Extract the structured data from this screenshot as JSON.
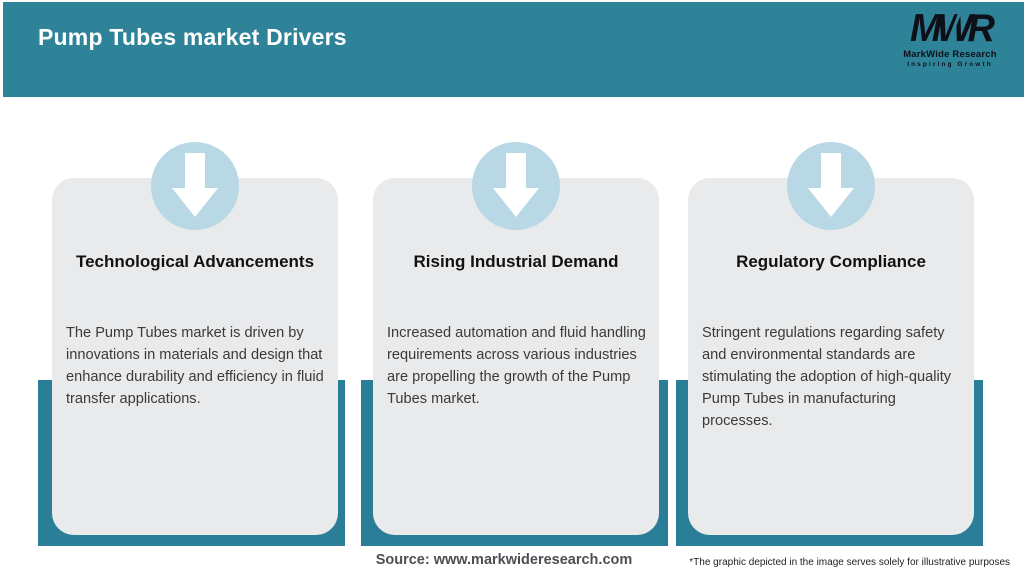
{
  "header": {
    "title": "Pump Tubes market Drivers"
  },
  "logo": {
    "monogram": "MWR",
    "name": "MarkWide Research",
    "tagline": "Inspiring Growth"
  },
  "cards": [
    {
      "title": "Technological Advancements",
      "body": "The Pump Tubes market is driven by\ninnovations in materials and design that\nenhance durability and efficiency in fluid\ntransfer applications.",
      "icon": "arrow-down-icon"
    },
    {
      "title": "Rising Industrial Demand",
      "body": "Increased automation and fluid handling\nrequirements across various industries\nare propelling the growth of the Pump\nTubes market.",
      "icon": "arrow-down-icon"
    },
    {
      "title": "Regulatory Compliance",
      "body": "Stringent regulations regarding safety\nand environmental standards are\nstimulating the adoption of high-quality\nPump Tubes in manufacturing\nprocesses.",
      "icon": "arrow-down-icon"
    }
  ],
  "footer": {
    "source": "Source: www.markwideresearch.com",
    "disclaimer": "*The graphic depicted in the image serves solely for illustrative purposes"
  },
  "colors": {
    "header_teal": "#2f8399",
    "accent_teal": "#2b7e98",
    "card_gray": "#e8eaec",
    "circle_blue": "#b8d8e5",
    "title_text": "#121212",
    "body_text": "#3a3a3a"
  }
}
